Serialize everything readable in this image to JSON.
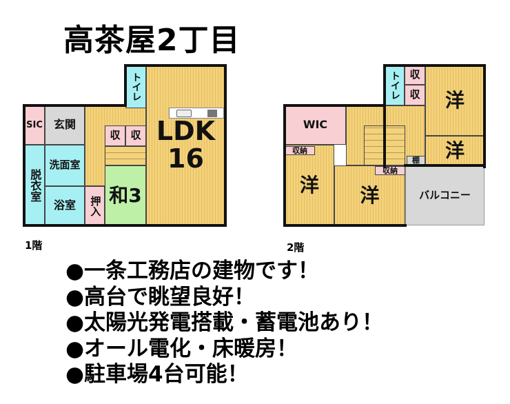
{
  "title": "高茶屋2丁目",
  "floor1": {
    "label": "1階",
    "rooms": {
      "sic": "SIC",
      "genkan": "玄関",
      "senmen": "洗面室",
      "datsui": "脱衣室",
      "yoku": "浴室",
      "oshiire": "押入",
      "washitsu": "和3",
      "shu1": "収",
      "shu2": "収",
      "toilet": "トイレ",
      "ldk": "LDK",
      "ldk_size": "16"
    }
  },
  "floor2": {
    "label": "2階",
    "rooms": {
      "wic": "WIC",
      "toilet": "トイレ",
      "shu1": "収",
      "shu2": "収",
      "yo_top": "洋",
      "yo_right": "洋",
      "tana": "棚",
      "shuno1": "収納",
      "yo_left": "洋",
      "yo_mid": "洋",
      "shuno2": "収納",
      "balcony": "バルコニー"
    }
  },
  "features": [
    "●一条工務店の建物です！",
    "●高台で眺望良好！",
    "●太陽光発電搭載・蓄電池あり！",
    "●オール電化・床暖房！",
    "●駐車場4台可能！"
  ]
}
